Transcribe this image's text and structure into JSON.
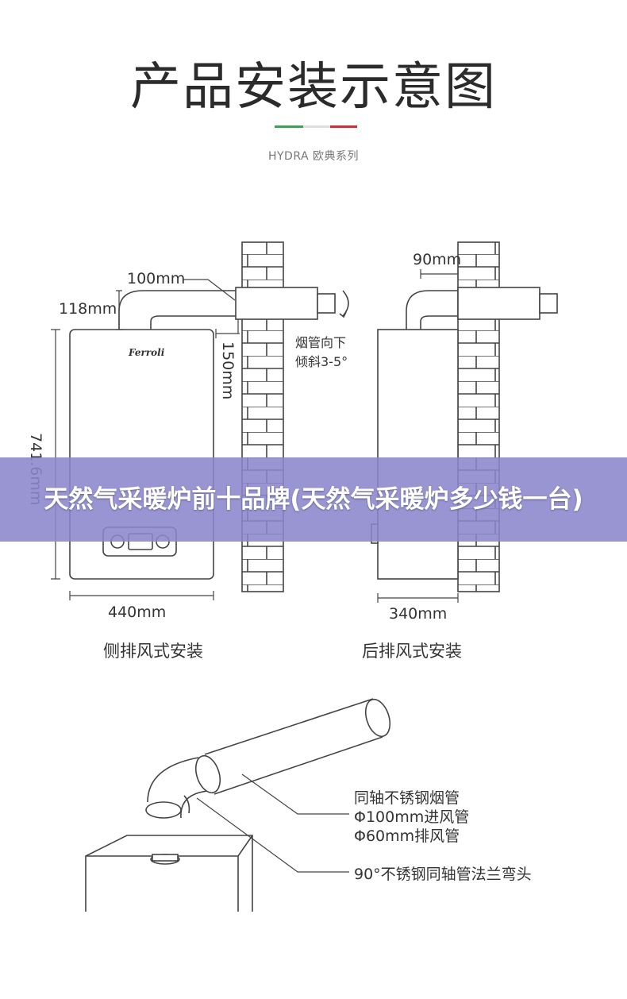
{
  "header": {
    "title": "产品安装示意图",
    "subtitle": "HYDRA 欧典系列",
    "divider_colors": [
      "#4a9a5a",
      "#dddddd",
      "#c0343c"
    ]
  },
  "side_view": {
    "brand": "Ferroli",
    "dim_top_pipe": "100mm",
    "dim_height_offset": "118mm",
    "dim_wall_gap": "150mm",
    "dim_height": "741.6mm",
    "dim_width": "440mm",
    "tilt_note_line1": "烟管向下",
    "tilt_note_line2": "倾斜3-5°",
    "caption": "侧排风式安装"
  },
  "rear_view": {
    "dim_pipe": "90mm",
    "dim_depth": "340mm",
    "caption": "后排风式安装"
  },
  "flue_detail": {
    "label1_line1": "同轴不锈钢烟管",
    "label1_line2": "Φ100mm进风管",
    "label1_line3": "Φ60mm排风管",
    "label2": "90°不锈钢同轴管法兰弯头"
  },
  "banner": {
    "text": "天然气采暖炉前十品牌(天然气采暖炉多少钱一台)",
    "color": "#8b86cd"
  }
}
